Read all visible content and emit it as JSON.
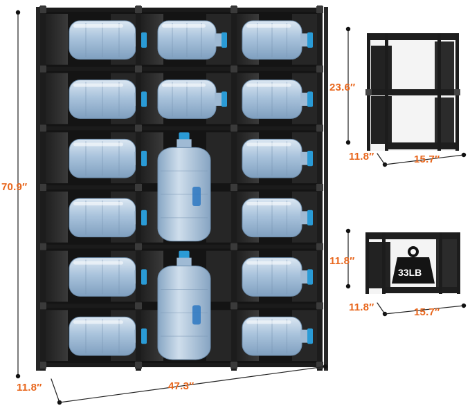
{
  "image": {
    "description_terms": {
      "product": "water-jug-rack",
      "weight_icon": "weight-icon"
    },
    "dimensions": {
      "large_height": "70.9″",
      "large_depth": "11.8″",
      "large_width": "47.3″",
      "mid_height": "23.6″",
      "mid_depth": "11.8″",
      "mid_width": "15.7″",
      "small_height": "11.8″",
      "small_depth": "11.8″",
      "small_width": "15.7″"
    },
    "load_capacity": "33LB",
    "colors": {
      "dimension_label": "#e8661c",
      "frame": "#1c1c1c",
      "panel": "#2b2b2b",
      "bottle": "#a9c3dc",
      "cap": "#2a9bd6"
    }
  }
}
